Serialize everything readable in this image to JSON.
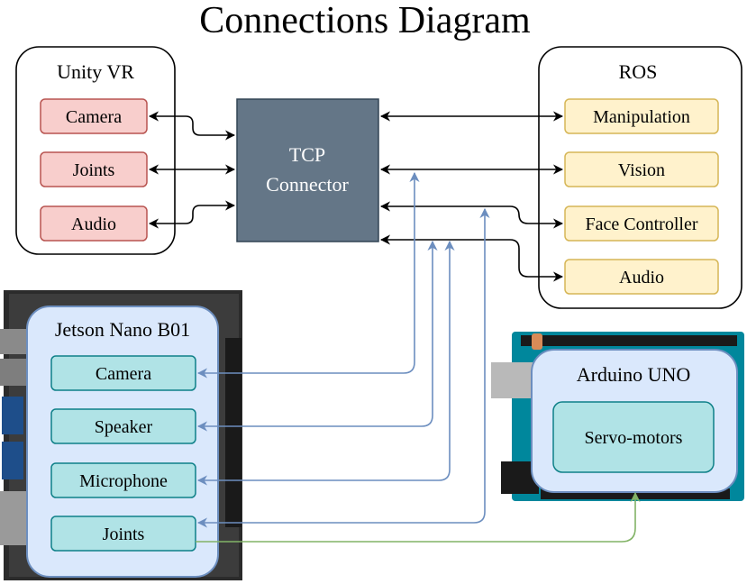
{
  "title": "Connections Diagram",
  "unity": {
    "label": "Unity VR",
    "items": [
      "Camera",
      "Joints",
      "Audio"
    ]
  },
  "tcp": {
    "line1": "TCP",
    "line2": "Connector"
  },
  "ros": {
    "label": "ROS",
    "items": [
      "Manipulation",
      "Vision",
      "Face Controller",
      "Audio"
    ]
  },
  "jetson": {
    "label": "Jetson Nano B01",
    "items": [
      "Camera",
      "Speaker",
      "Microphone",
      "Joints"
    ]
  },
  "arduino": {
    "label": "Arduino UNO",
    "items": [
      "Servo-motors"
    ]
  },
  "colors": {
    "unity_fill": "#f8cecc",
    "unity_stroke": "#b85450",
    "ros_fill": "#fff2cc",
    "ros_stroke": "#d6b656",
    "tcp_fill": "#647687",
    "tcp_stroke": "#314354",
    "board_fill": "#dae8fc",
    "board_stroke": "#6c8ebf",
    "teal_fill": "#b0e3e6",
    "teal_stroke": "#0e8088",
    "blue_arrow": "#6c8ebf",
    "green_arrow": "#82b366"
  }
}
